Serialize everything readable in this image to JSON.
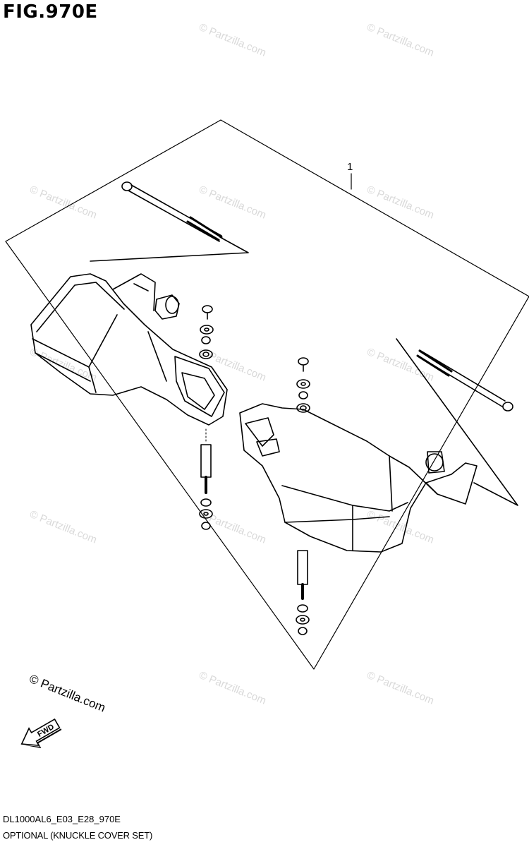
{
  "figure": {
    "title": "FIG.970E",
    "callout_number": "1",
    "fwd_label": "FWD",
    "copyright_label": "© Partzilla.com",
    "watermark": "© Partzilla.com",
    "code": "DL1000AL6_E03_E28_970E",
    "caption": "OPTIONAL (KNUCKLE COVER SET)"
  },
  "icons": [
    "fwd-arrow-icon"
  ],
  "colors": {
    "line": "#000000",
    "watermark": "#d9d9d9",
    "background": "#ffffff"
  }
}
